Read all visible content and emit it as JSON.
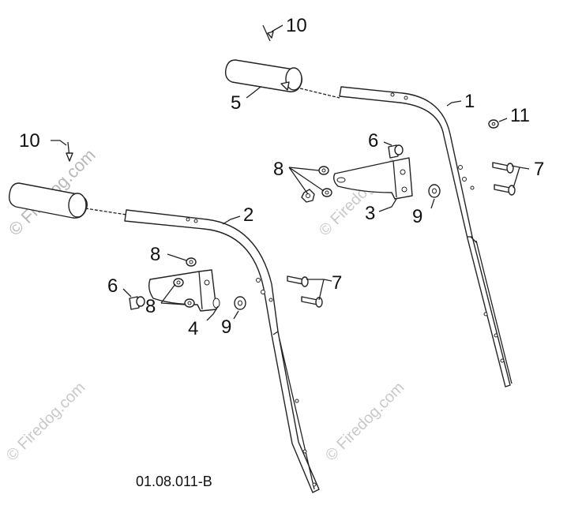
{
  "diagram": {
    "callouts": {
      "c1": "1",
      "c2": "2",
      "c3": "3",
      "c4": "4",
      "c5": "5",
      "c6a": "6",
      "c6b": "6",
      "c7a": "7",
      "c7b": "7",
      "c8a": "8",
      "c8b": "8",
      "c8c": "8",
      "c9a": "9",
      "c9b": "9",
      "c10a": "10",
      "c10b": "10",
      "c11": "11"
    },
    "drawing_code": "01.08.011-B",
    "watermark": "© Firedog.com"
  }
}
